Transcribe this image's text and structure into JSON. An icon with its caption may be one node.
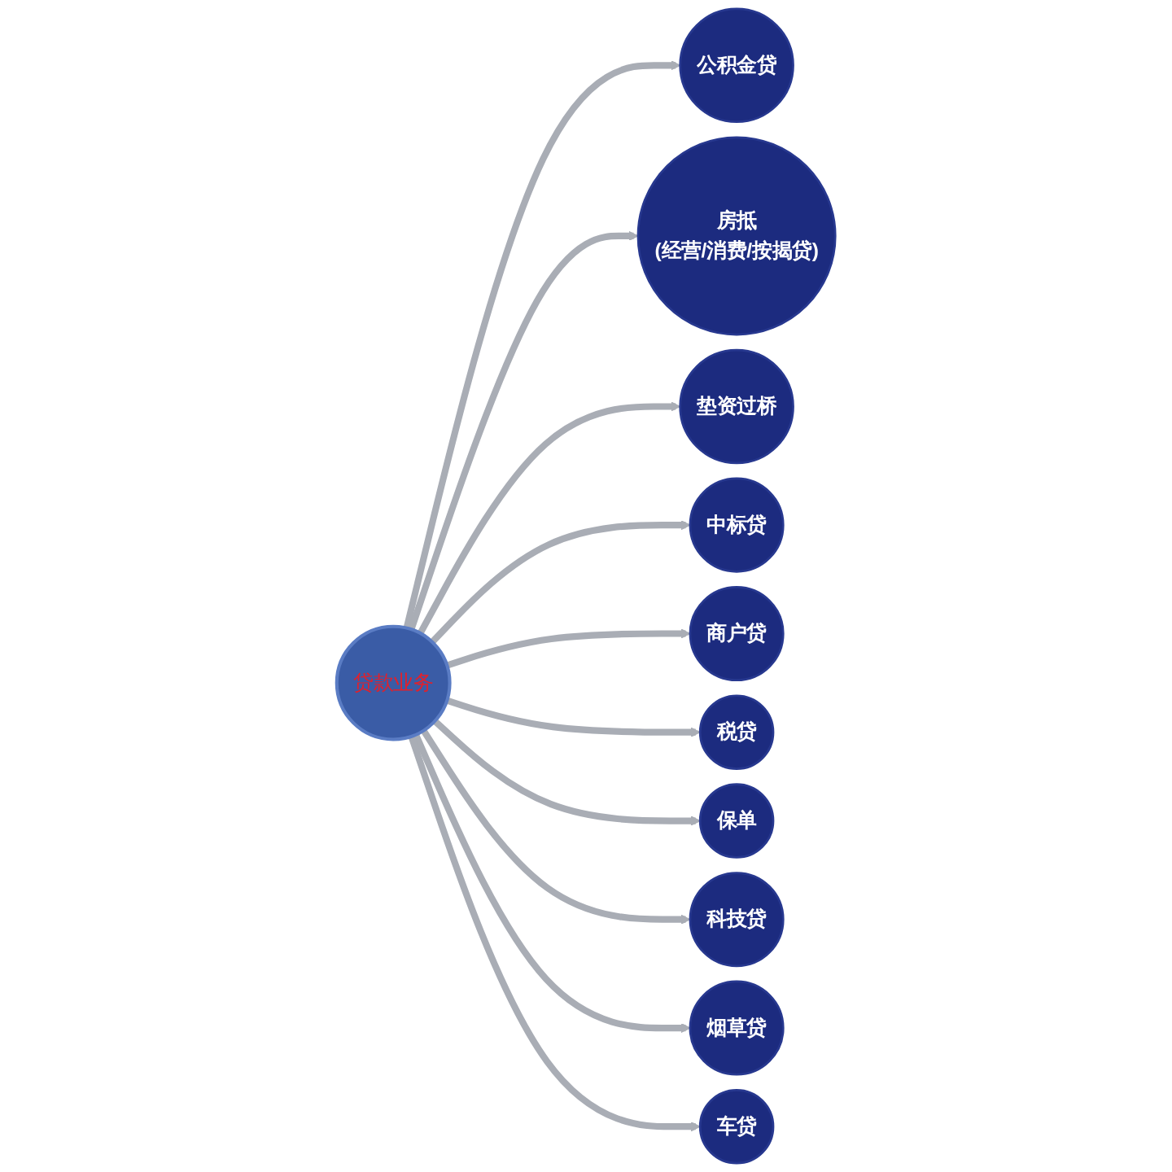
{
  "diagram": {
    "nodes": [
      {
        "text": [
          "贷款业务"
        ]
      },
      {
        "text": [
          "公积金贷"
        ]
      },
      {
        "text": [
          "房抵",
          "(经营/消费/按揭贷)"
        ]
      },
      {
        "text": [
          "垫资过桥"
        ]
      },
      {
        "text": [
          "中标贷"
        ]
      },
      {
        "text": [
          "商户贷"
        ]
      },
      {
        "text": [
          "税贷"
        ]
      },
      {
        "text": [
          "保单"
        ]
      },
      {
        "text": [
          "科技贷"
        ]
      },
      {
        "text": [
          "烟草贷"
        ]
      },
      {
        "text": [
          "车贷"
        ]
      }
    ],
    "edges": [
      {
        "from": 0,
        "to": 1,
        "arrow": "to"
      },
      {
        "from": 0,
        "to": 2,
        "arrow": "to"
      },
      {
        "from": 0,
        "to": 3,
        "arrow": "to"
      },
      {
        "from": 0,
        "to": 4,
        "arrow": "to"
      },
      {
        "from": 0,
        "to": 5,
        "arrow": "to"
      },
      {
        "from": 0,
        "to": 6,
        "arrow": "to"
      },
      {
        "from": 0,
        "to": 7,
        "arrow": "to"
      },
      {
        "from": 0,
        "to": 8,
        "arrow": "to"
      },
      {
        "from": 0,
        "to": 9,
        "arrow": "to"
      },
      {
        "from": 0,
        "to": 10,
        "arrow": "to"
      }
    ]
  }
}
